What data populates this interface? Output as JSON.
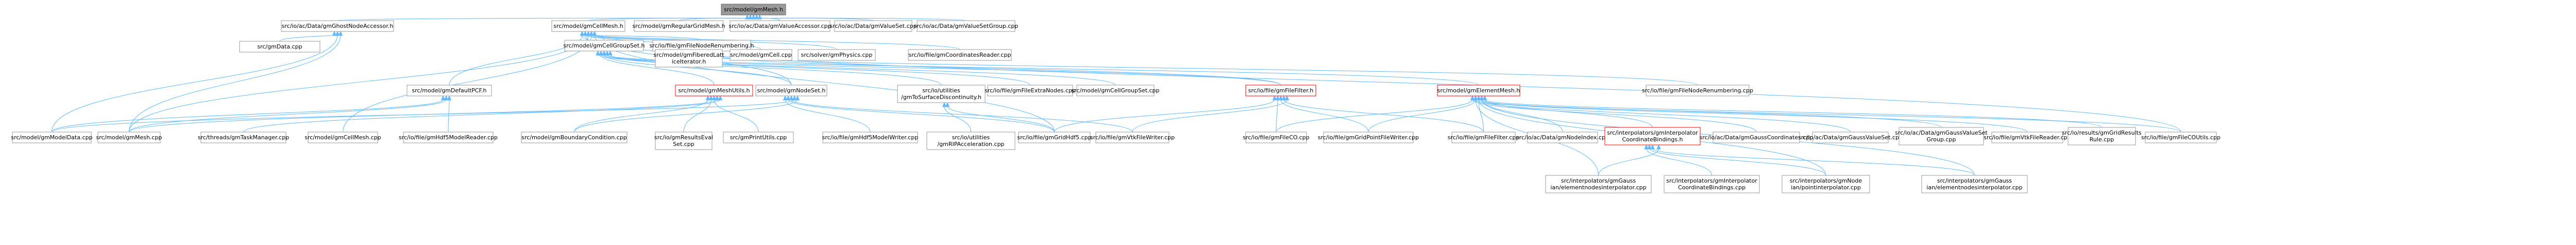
{
  "colors": {
    "root_fill": "#999999",
    "node_fill": "#ffffff",
    "node_border": "#999999",
    "highlight_border": "#ff0000",
    "edge": "#63b8ff",
    "text": "#000000"
  },
  "nodes": [
    {
      "id": "n0",
      "lines": [
        "src/model/gmMesh.h"
      ],
      "style": "root"
    },
    {
      "id": "n1",
      "lines": [
        "src/io/ac/Data/gmGhostNodeAccessor.h"
      ]
    },
    {
      "id": "n2",
      "lines": [
        "src/model/gmCellMesh.h"
      ]
    },
    {
      "id": "n3",
      "lines": [
        "src/model/gmRegularGridMesh.h"
      ]
    },
    {
      "id": "n4",
      "lines": [
        "src/io/ac/Data/gmValueAccessor.cpp"
      ]
    },
    {
      "id": "n5",
      "lines": [
        "src/io/ac/Data/gmValueSet.cpp"
      ]
    },
    {
      "id": "n6",
      "lines": [
        "src/io/ac/Data/gmValueSetGroup.cpp"
      ]
    },
    {
      "id": "n7",
      "lines": [
        "src/gmData.cpp"
      ]
    },
    {
      "id": "n8",
      "lines": [
        "src/model/gmCellGroupSet.h"
      ]
    },
    {
      "id": "n9",
      "lines": [
        "src/io/file/gmFileNodeRenumbering.h"
      ]
    },
    {
      "id": "n10",
      "lines": [
        "src/model/gmFiberedLatt",
        "iceIterator.h"
      ]
    },
    {
      "id": "n11",
      "lines": [
        "src/model/gmCell.cpp"
      ]
    },
    {
      "id": "n12",
      "lines": [
        "src/solver/gmPhysics.cpp"
      ]
    },
    {
      "id": "n13",
      "lines": [
        "src/io/file/gmCoordinatesReader.cpp"
      ]
    },
    {
      "id": "n14",
      "lines": [
        "src/model/gmDefaultPCF.h"
      ]
    },
    {
      "id": "n15",
      "lines": [
        "src/model/gmMeshUtils.h"
      ],
      "style": "highlight"
    },
    {
      "id": "n16",
      "lines": [
        "src/model/gmNodeSet.h"
      ]
    },
    {
      "id": "n17",
      "lines": [
        "src/io/utilities",
        "/gmToSurfaceDiscontinuity.h"
      ]
    },
    {
      "id": "n18",
      "lines": [
        "src/io/file/gmFileExtraNodes.cpp"
      ]
    },
    {
      "id": "n19",
      "lines": [
        "src/model/gmCellGroupSet.cpp"
      ]
    },
    {
      "id": "n20",
      "lines": [
        "src/io/file/gmFileFilter.h"
      ],
      "style": "highlight"
    },
    {
      "id": "n21",
      "lines": [
        "src/model/gmElementMesh.h"
      ],
      "style": "highlight"
    },
    {
      "id": "n22",
      "lines": [
        "src/io/file/gmFileNodeRenumbering.cpp"
      ]
    },
    {
      "id": "n23",
      "lines": [
        "src/model/gmModelData.cpp"
      ]
    },
    {
      "id": "n24",
      "lines": [
        "src/model/gmMesh.cpp"
      ]
    },
    {
      "id": "n25",
      "lines": [
        "src/threads/gmTaskManager.cpp"
      ]
    },
    {
      "id": "n26",
      "lines": [
        "src/model/gmCellMesh.cpp"
      ]
    },
    {
      "id": "n27",
      "lines": [
        "src/io/file/gmHdf5ModelReader.cpp"
      ]
    },
    {
      "id": "n28",
      "lines": [
        "src/model/gmBoundaryCondition.cpp"
      ]
    },
    {
      "id": "n29",
      "lines": [
        "src/io/gmResultsEval",
        "Set.cpp"
      ]
    },
    {
      "id": "n30",
      "lines": [
        "src/gmPrintUtils.cpp"
      ]
    },
    {
      "id": "n31",
      "lines": [
        "src/io/file/gmHdf5ModelWriter.cpp"
      ]
    },
    {
      "id": "n32",
      "lines": [
        "src/io/utilities",
        "/gmRIPAcceleration.cpp"
      ]
    },
    {
      "id": "n33",
      "lines": [
        "src/io/file/gmGridHdf5.cpp"
      ]
    },
    {
      "id": "n34",
      "lines": [
        "src/io/file/gmVtkFileWriter.cpp"
      ]
    },
    {
      "id": "n35",
      "lines": [
        "src/io/file/gmFileCO.cpp"
      ]
    },
    {
      "id": "n36",
      "lines": [
        "src/io/file/gmGridPointFileWriter.cpp"
      ]
    },
    {
      "id": "n37",
      "lines": [
        "src/io/file/gmFileFilter.cpp"
      ]
    },
    {
      "id": "n38",
      "lines": [
        "src/io/ac/Data/gmNodeIndex.cpp"
      ]
    },
    {
      "id": "n39",
      "lines": [
        "src/interpolators/gmInterpolator",
        "CoordinateBindings.h"
      ],
      "style": "highlight"
    },
    {
      "id": "n40",
      "lines": [
        "src/io/ac/Data/gmGaussCoordinates.cpp"
      ]
    },
    {
      "id": "n41",
      "lines": [
        "src/io/ac/Data/gmGaussValueSet.cpp"
      ]
    },
    {
      "id": "n42",
      "lines": [
        "src/io/ac/Data/gmGaussValueSet",
        "Group.cpp"
      ]
    },
    {
      "id": "n43",
      "lines": [
        "src/io/file/gmVtkFileReader.cpp"
      ]
    },
    {
      "id": "n44",
      "lines": [
        "src/io/results/gmGridResults",
        "Rule.cpp"
      ]
    },
    {
      "id": "n45",
      "lines": [
        "src/io/file/gmFileCOUtils.cpp"
      ]
    },
    {
      "id": "n46",
      "lines": [
        "src/interpolators/gmGauss",
        "ian/elementnodesinterpolator.cpp"
      ]
    },
    {
      "id": "n47",
      "lines": [
        "src/interpolators/gmInterpolator",
        "CoordinateBindings.cpp"
      ]
    },
    {
      "id": "n48",
      "lines": [
        "src/interpolators/gmNode",
        "ian/pointinterpolator.cpp"
      ]
    },
    {
      "id": "n49",
      "lines": [
        "src/interpolators/gmGauss",
        "ian/elementnodesinterpolator.cpp"
      ]
    }
  ]
}
